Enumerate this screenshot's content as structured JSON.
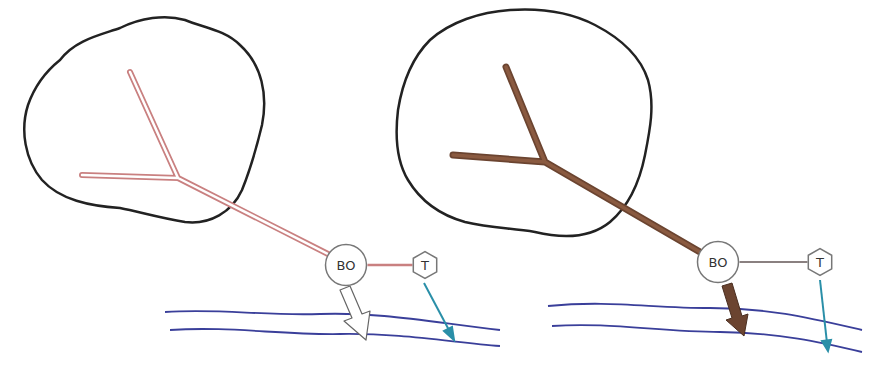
{
  "diagram": {
    "nodes": [
      {
        "text": [
          "BO"
        ]
      },
      {
        "text": [
          "T"
        ]
      },
      {
        "text": [
          "BO"
        ]
      },
      {
        "text": [
          "T"
        ]
      }
    ],
    "edges": [
      {
        "from": 0,
        "to": 1,
        "arrow": "none"
      },
      {
        "from": 2,
        "to": 3,
        "arrow": "none"
      }
    ]
  }
}
